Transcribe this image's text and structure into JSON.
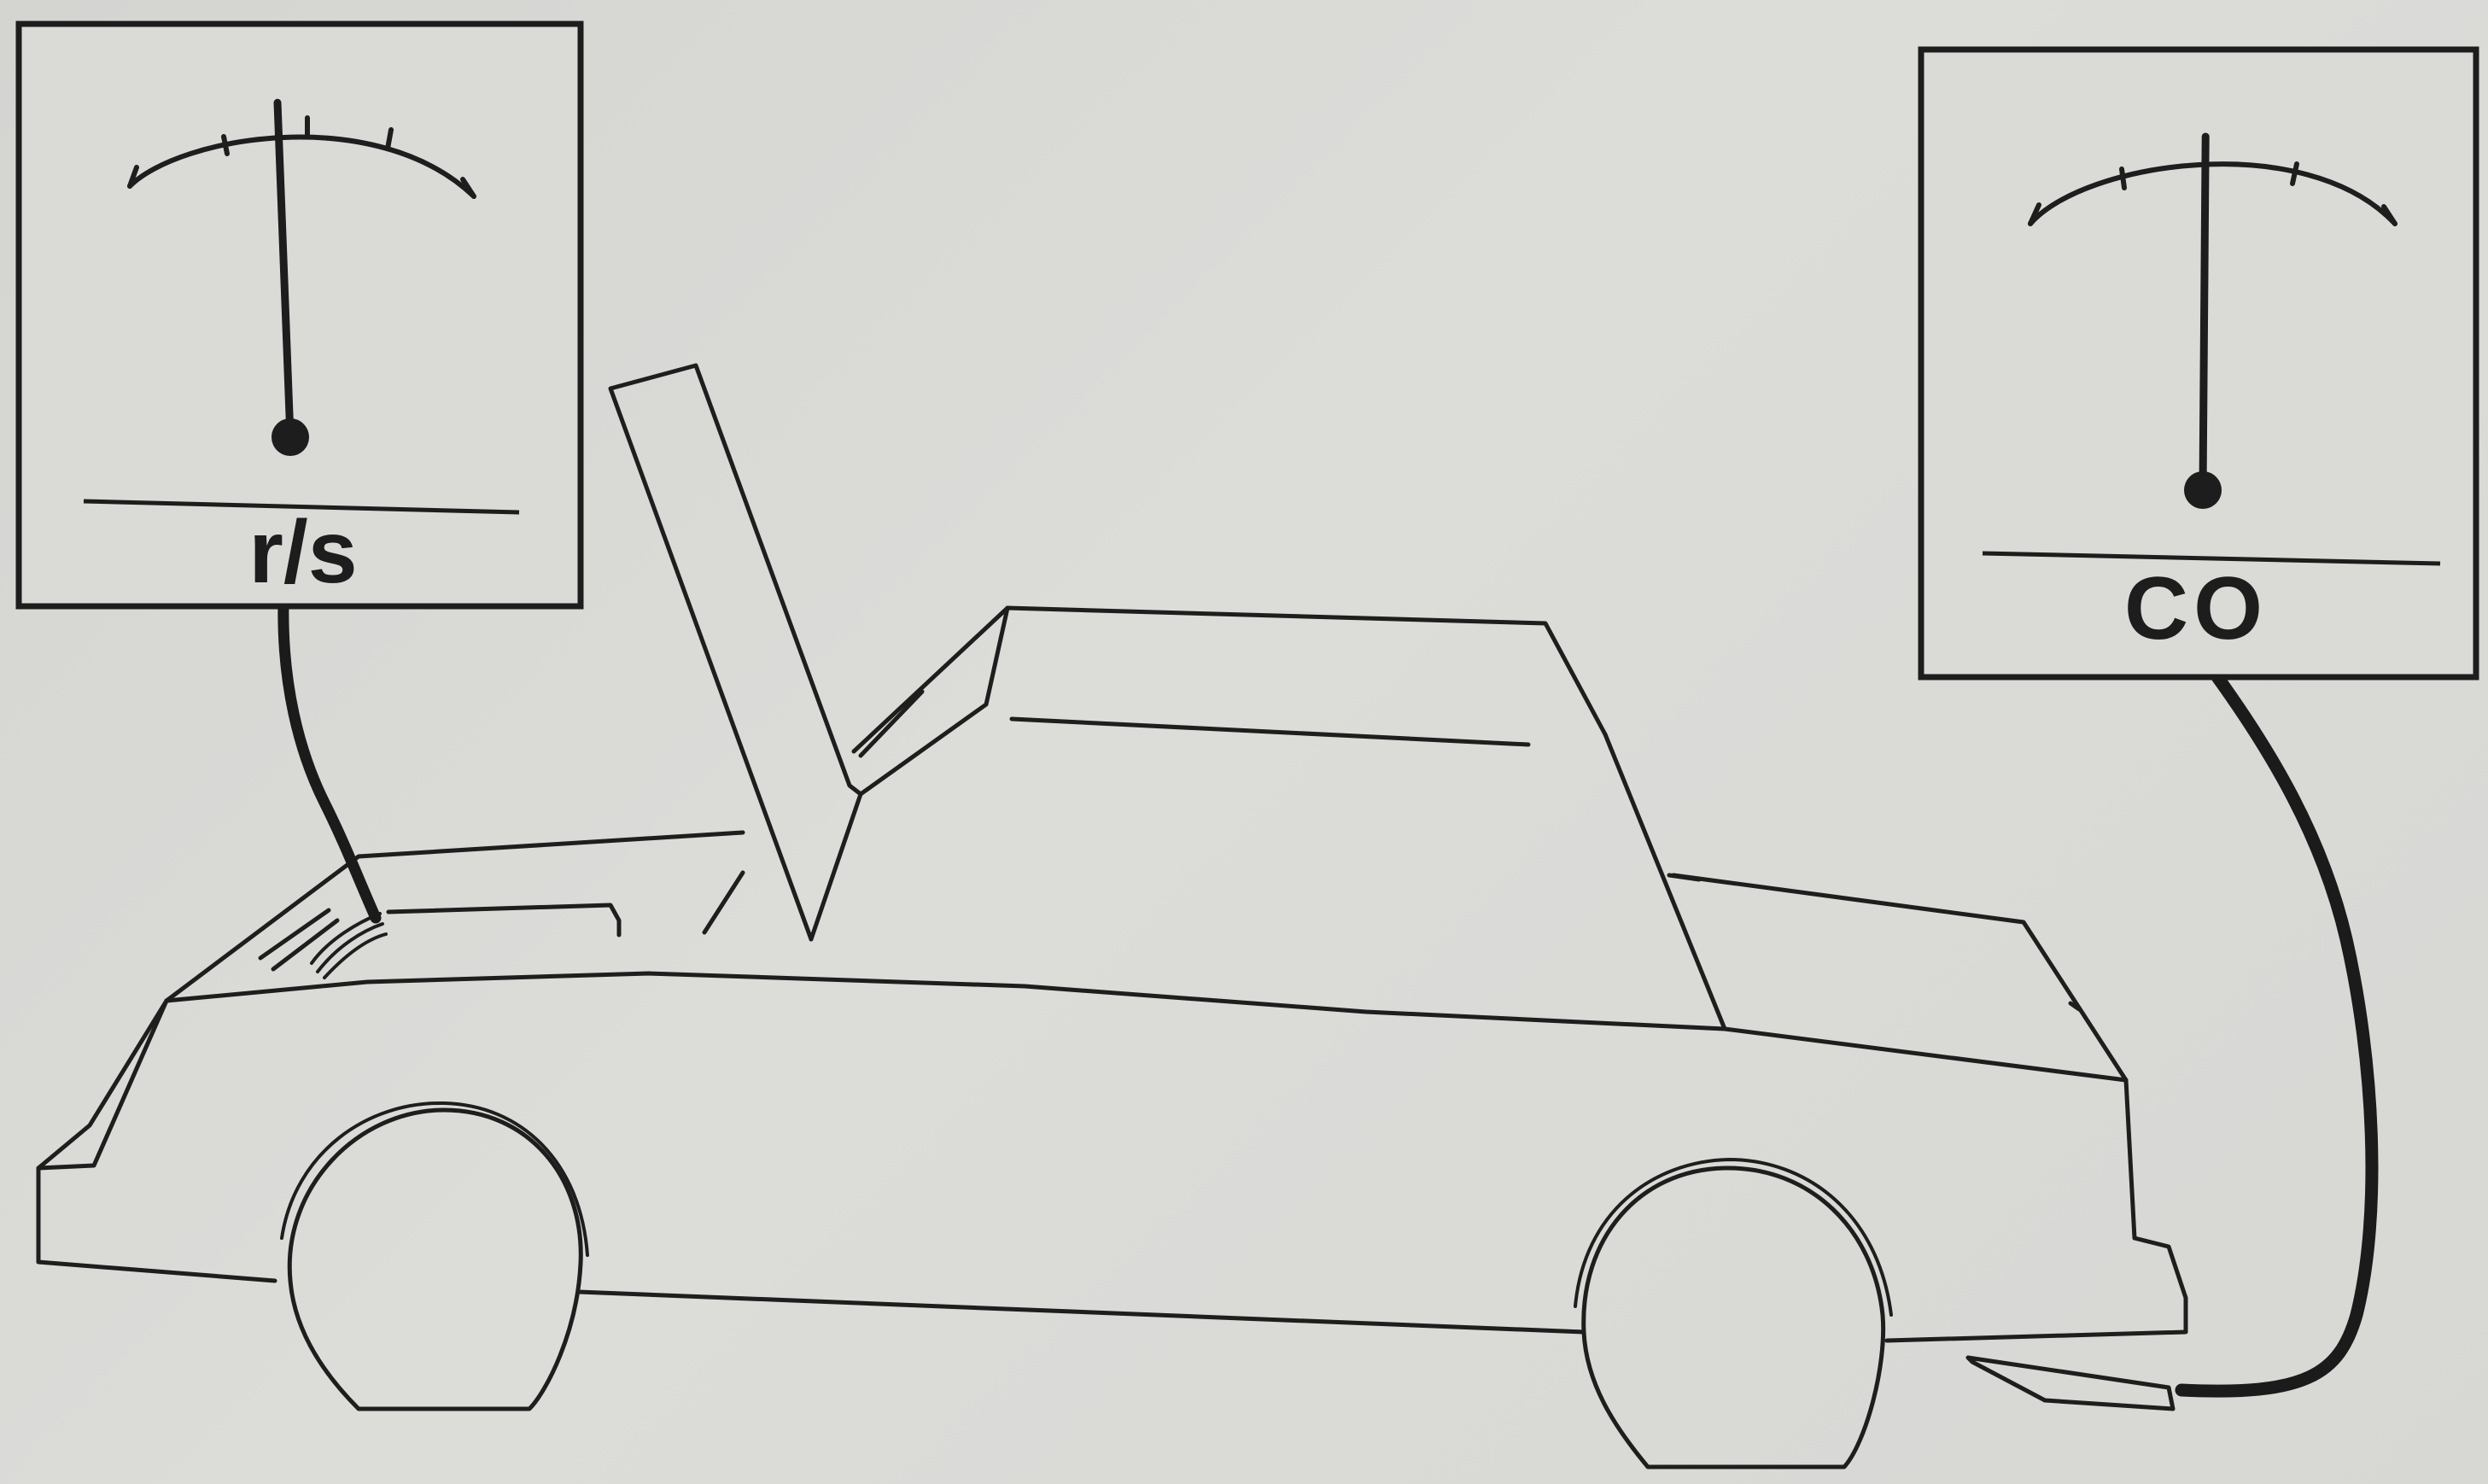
{
  "left_meter": {
    "label": "r/s",
    "needle_level": 0.45
  },
  "right_meter": {
    "label": "CO",
    "needle_level": 0.51
  },
  "colors": {
    "ink": "#1e1e1e",
    "paper": "#d9d9d6"
  },
  "icons": {
    "car": "car-outline-icon",
    "gauge": "analog-gauge-icon"
  }
}
